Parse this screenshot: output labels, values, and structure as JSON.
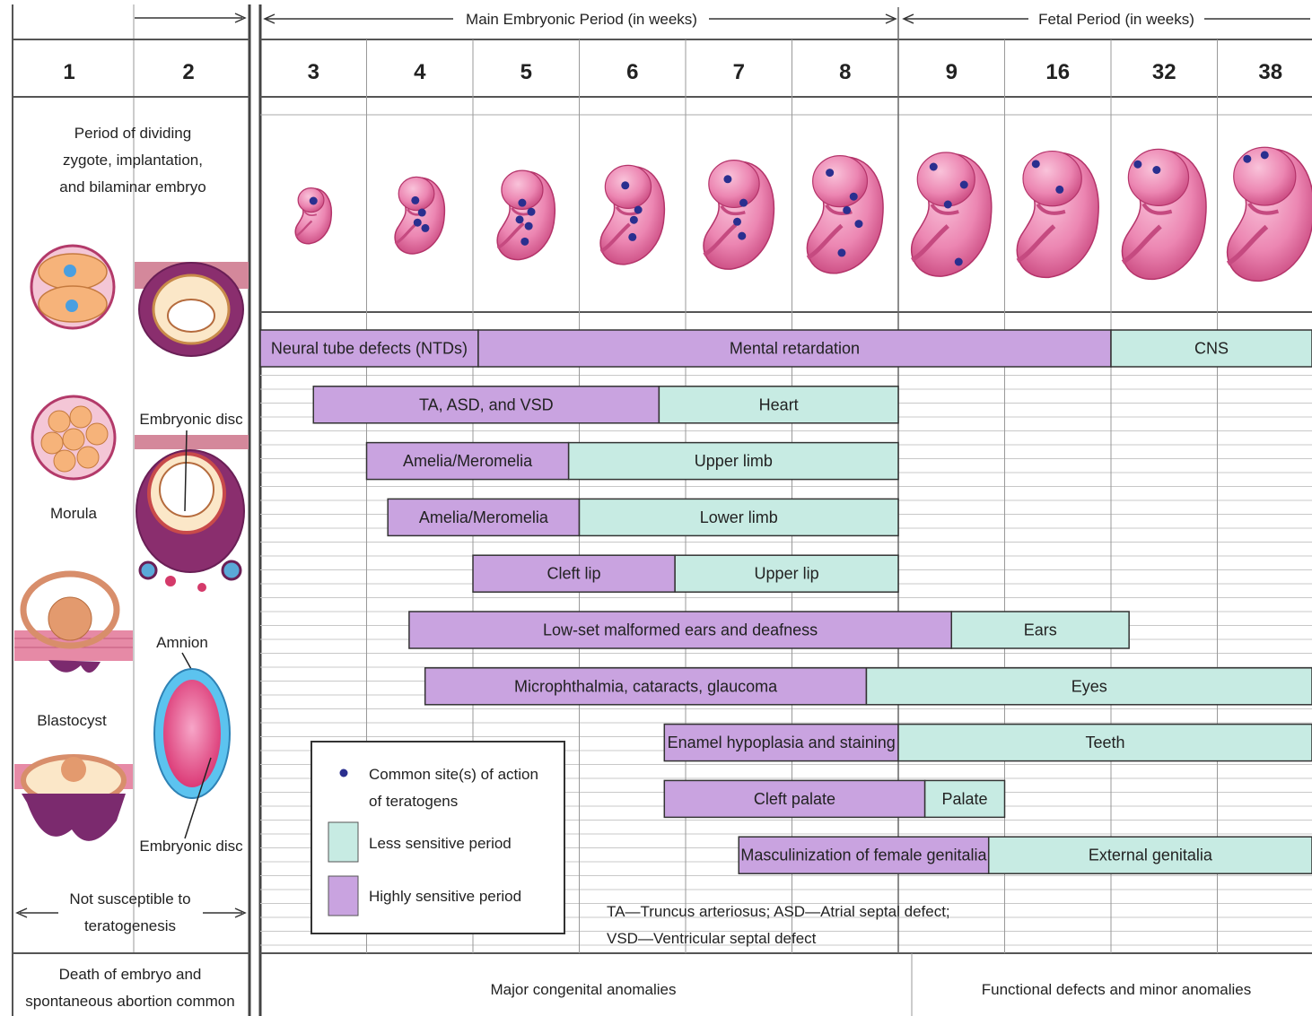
{
  "colors": {
    "highly_sensitive": "#c9a3e0",
    "less_sensitive": "#c7ebe3",
    "embryo_pink": "#e86fa0",
    "embryo_light": "#f4a8c8",
    "site_dot": "#2a2f8f",
    "grid": "#9a9a9a"
  },
  "header": {
    "main_period": "Main Embryonic Period (in weeks)",
    "fetal_period": "Fetal Period (in weeks)"
  },
  "left_panel": {
    "weeks": [
      "1",
      "2"
    ],
    "title": [
      "Period of dividing",
      "zygote, implantation,",
      "and bilaminar embryo"
    ],
    "morula": "Morula",
    "blastocyst": "Blastocyst",
    "embryonic_disc_top": "Embryonic disc",
    "amnion": "Amnion",
    "embryonic_disc_bottom": "Embryonic disc",
    "not_susceptible": [
      "Not susceptible to",
      "teratogenesis"
    ],
    "death": [
      "Death of embryo and",
      "spontaneous abortion common"
    ]
  },
  "weeks": [
    "3",
    "4",
    "5",
    "6",
    "7",
    "8",
    "9",
    "16",
    "32",
    "38"
  ],
  "organs": [
    {
      "segments": [
        {
          "kind": "high",
          "start": 0,
          "end": 2.05,
          "label": "Neural tube defects (NTDs)"
        },
        {
          "kind": "high",
          "start": 2.05,
          "end": 8.0,
          "label": "Mental retardation"
        },
        {
          "kind": "less",
          "start": 8.0,
          "end": 10.0,
          "label": "CNS"
        }
      ]
    },
    {
      "segments": [
        {
          "kind": "high",
          "start": 0.5,
          "end": 3.75,
          "label": "TA, ASD, and VSD"
        },
        {
          "kind": "less",
          "start": 3.75,
          "end": 6.0,
          "label": "Heart"
        }
      ]
    },
    {
      "segments": [
        {
          "kind": "high",
          "start": 1.0,
          "end": 2.9,
          "label": "Amelia/Meromelia"
        },
        {
          "kind": "less",
          "start": 2.9,
          "end": 6.0,
          "label": "Upper limb"
        }
      ]
    },
    {
      "segments": [
        {
          "kind": "high",
          "start": 1.2,
          "end": 3.0,
          "label": "Amelia/Meromelia"
        },
        {
          "kind": "less",
          "start": 3.0,
          "end": 6.0,
          "label": "Lower limb"
        }
      ]
    },
    {
      "segments": [
        {
          "kind": "high",
          "start": 2.0,
          "end": 3.9,
          "label": "Cleft lip"
        },
        {
          "kind": "less",
          "start": 3.9,
          "end": 6.0,
          "label": "Upper lip"
        }
      ]
    },
    {
      "segments": [
        {
          "kind": "high",
          "start": 1.4,
          "end": 6.5,
          "label": "Low-set malformed ears and deafness"
        },
        {
          "kind": "less",
          "start": 6.5,
          "end": 8.17,
          "label": "Ears"
        }
      ]
    },
    {
      "segments": [
        {
          "kind": "high",
          "start": 1.55,
          "end": 5.7,
          "label": "Microphthalmia, cataracts, glaucoma"
        },
        {
          "kind": "less",
          "start": 5.7,
          "end": 10.0,
          "label": "Eyes"
        }
      ]
    },
    {
      "segments": [
        {
          "kind": "high",
          "start": 3.8,
          "end": 6.0,
          "label": "Enamel hypoplasia and staining"
        },
        {
          "kind": "less",
          "start": 6.0,
          "end": 10.0,
          "label": "Teeth"
        }
      ]
    },
    {
      "segments": [
        {
          "kind": "high",
          "start": 3.8,
          "end": 6.25,
          "label": "Cleft palate"
        },
        {
          "kind": "less",
          "start": 6.25,
          "end": 7.0,
          "label": "Palate"
        }
      ]
    },
    {
      "segments": [
        {
          "kind": "high",
          "start": 4.5,
          "end": 6.85,
          "label": "Masculinization of female genitalia"
        },
        {
          "kind": "less",
          "start": 6.85,
          "end": 10.0,
          "label": "External genitalia"
        }
      ]
    }
  ],
  "legend": {
    "site": [
      "Common site(s) of action",
      "of teratogens"
    ],
    "less": "Less sensitive period",
    "high": "Highly sensitive period"
  },
  "abbreviations": [
    "TA—Truncus arteriosus; ASD—Atrial septal defect;",
    "VSD—Ventricular septal defect"
  ],
  "footer": {
    "major": "Major congenital anomalies",
    "functional": "Functional defects and minor anomalies"
  }
}
